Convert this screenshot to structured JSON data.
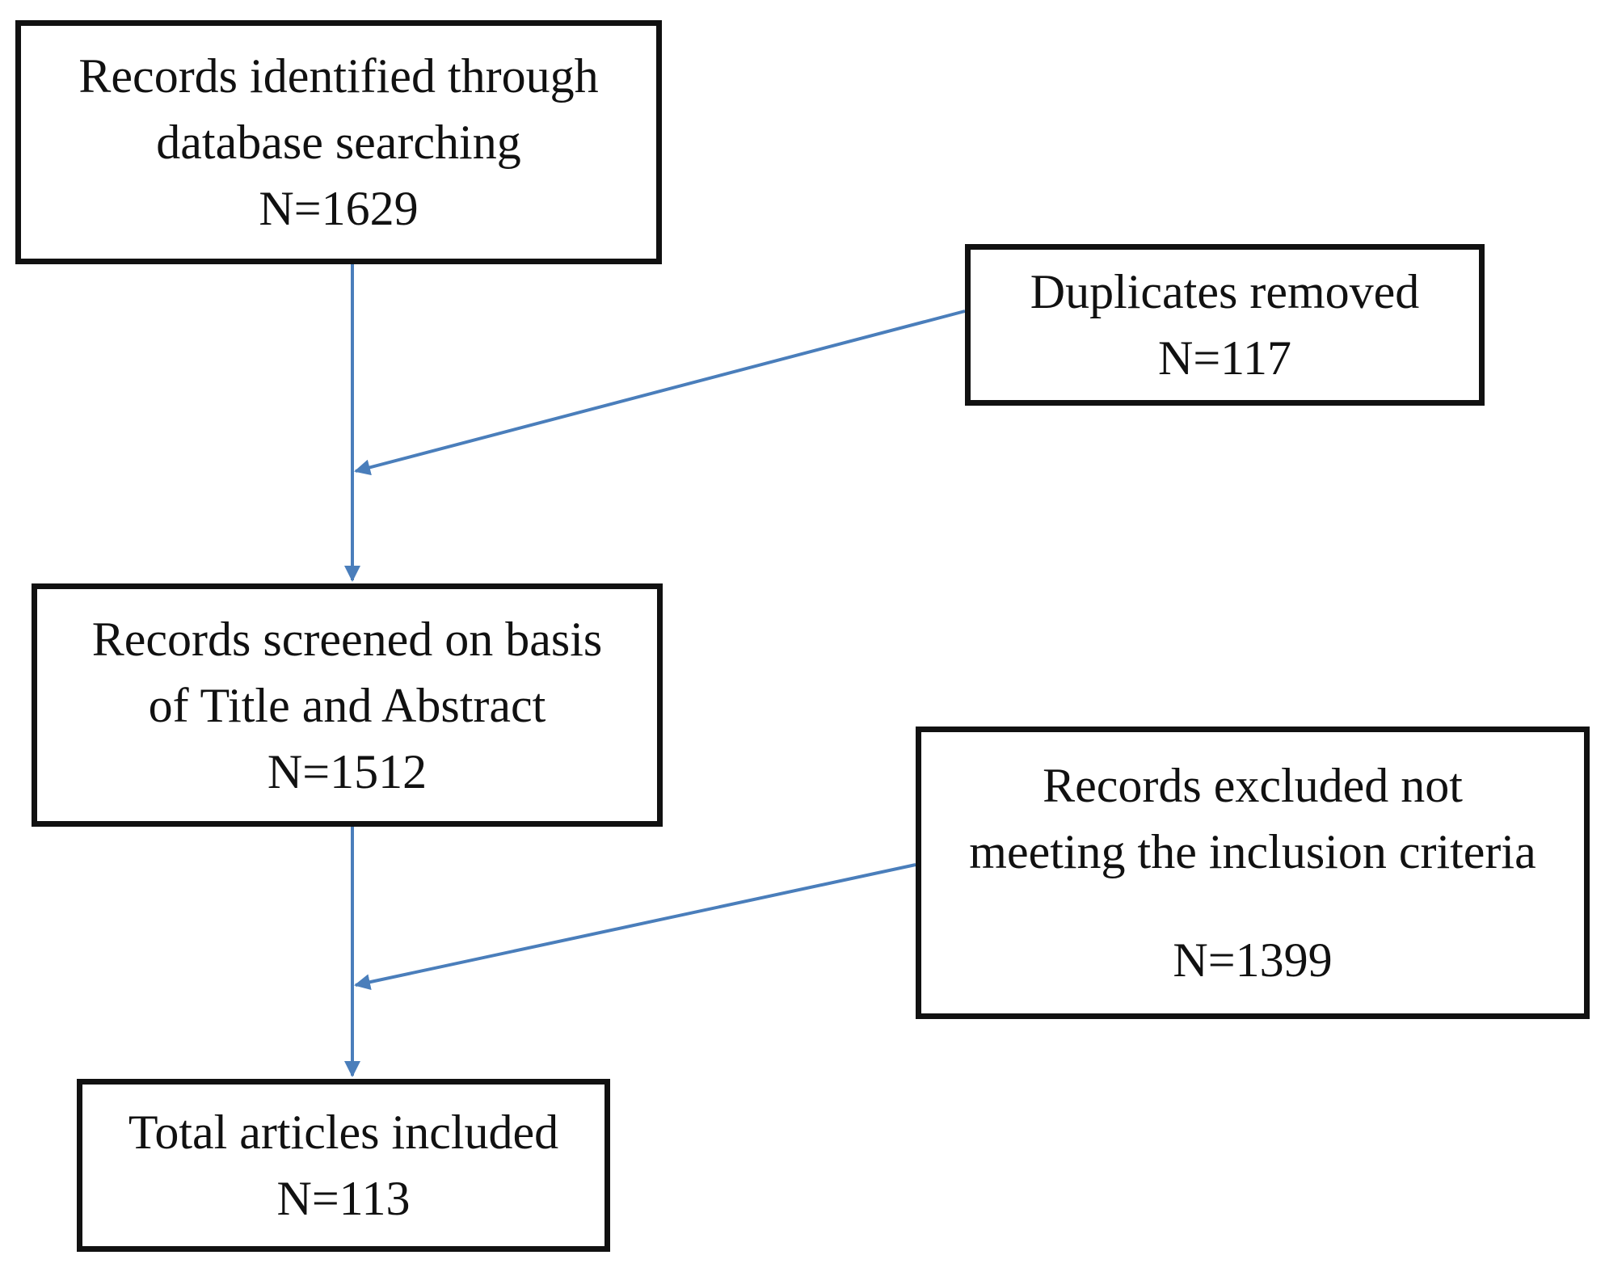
{
  "diagram": {
    "nodes": [
      {
        "id": "identified",
        "lines": [
          "Records identified through",
          "database searching",
          "N=1629"
        ]
      },
      {
        "id": "duplicates",
        "lines": [
          "Duplicates removed",
          "N=117"
        ]
      },
      {
        "id": "screened",
        "lines": [
          "Records screened on basis",
          "of Title and Abstract",
          "N=1512"
        ]
      },
      {
        "id": "excluded",
        "lines": [
          "Records excluded not",
          "meeting the inclusion criteria",
          "N=1399"
        ]
      },
      {
        "id": "included",
        "lines": [
          "Total articles included",
          "N=113"
        ]
      }
    ],
    "edges": [
      {
        "from": "identified",
        "to": "screened"
      },
      {
        "from": "duplicates",
        "to": "identified-screened-flow"
      },
      {
        "from": "screened",
        "to": "included"
      },
      {
        "from": "excluded",
        "to": "screened-included-flow"
      }
    ],
    "connector_color": "#4a7ebb"
  }
}
